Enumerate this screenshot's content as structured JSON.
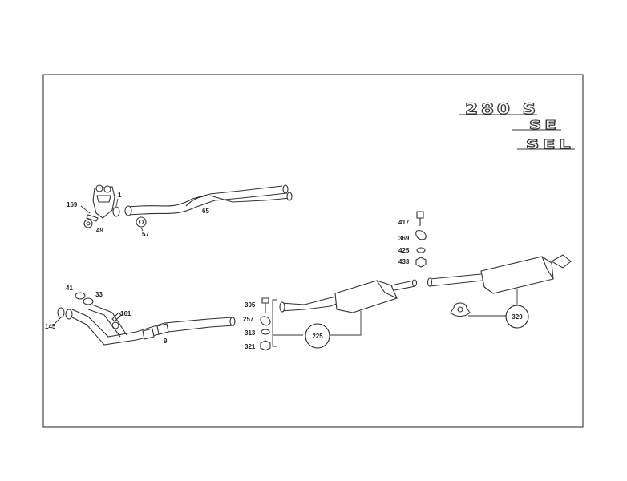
{
  "emblems": {
    "model": "280 S",
    "variant_se": "SE",
    "variant_sel": "SEL"
  },
  "parts": {
    "p1": "1",
    "p9": "9",
    "p33": "33",
    "p41": "41",
    "p49": "49",
    "p57": "57",
    "p65": "65",
    "p145": "145",
    "p161": "161",
    "p169": "169",
    "p225": "225",
    "p257": "257",
    "p305": "305",
    "p313": "313",
    "p321": "321",
    "p329": "329",
    "p369": "369",
    "p417": "417",
    "p425": "425",
    "p433": "433"
  }
}
